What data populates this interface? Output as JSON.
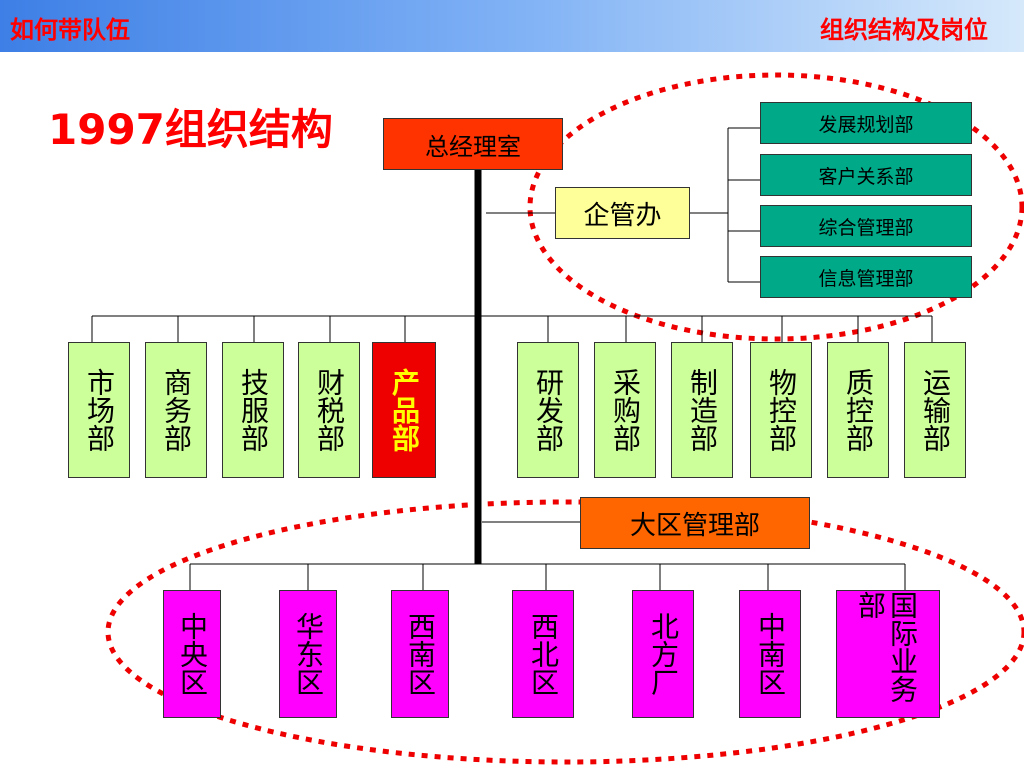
{
  "header": {
    "left_title": "如何带队伍",
    "right_title": "组织结构及岗位"
  },
  "slide_title": "1997组织结构",
  "gm": {
    "label": "总经理室"
  },
  "qgb": {
    "label": "企管办"
  },
  "qgb_subs": [
    "发展规划部",
    "客户关系部",
    "综合管理部",
    "信息管理部"
  ],
  "departments": [
    {
      "label": "市场部",
      "highlight": false
    },
    {
      "label": "商务部",
      "highlight": false
    },
    {
      "label": "技服部",
      "highlight": false
    },
    {
      "label": "财税部",
      "highlight": false
    },
    {
      "label": "产品部",
      "highlight": true
    },
    {
      "label": "研发部",
      "highlight": false
    },
    {
      "label": "采购部",
      "highlight": false
    },
    {
      "label": "制造部",
      "highlight": false
    },
    {
      "label": "物控部",
      "highlight": false
    },
    {
      "label": "质控部",
      "highlight": false
    },
    {
      "label": "运输部",
      "highlight": false
    }
  ],
  "dq": {
    "label": "大区管理部"
  },
  "regions": [
    "中央区",
    "华东区",
    "西南区",
    "西北区",
    "北方厂",
    "中南区",
    "国际业务部"
  ],
  "colors": {
    "header_text": "#ff0000",
    "gm_fill": "#ff3300",
    "qgb_fill": "#ffff99",
    "sub_fill": "#00aa88",
    "dept_fill": "#ccff99",
    "dept_highlight_fill": "#ee0000",
    "dept_highlight_text": "#ffff00",
    "dq_fill": "#ff6600",
    "region_fill": "#ff00ff",
    "ellipse_stroke": "#ee0000"
  }
}
